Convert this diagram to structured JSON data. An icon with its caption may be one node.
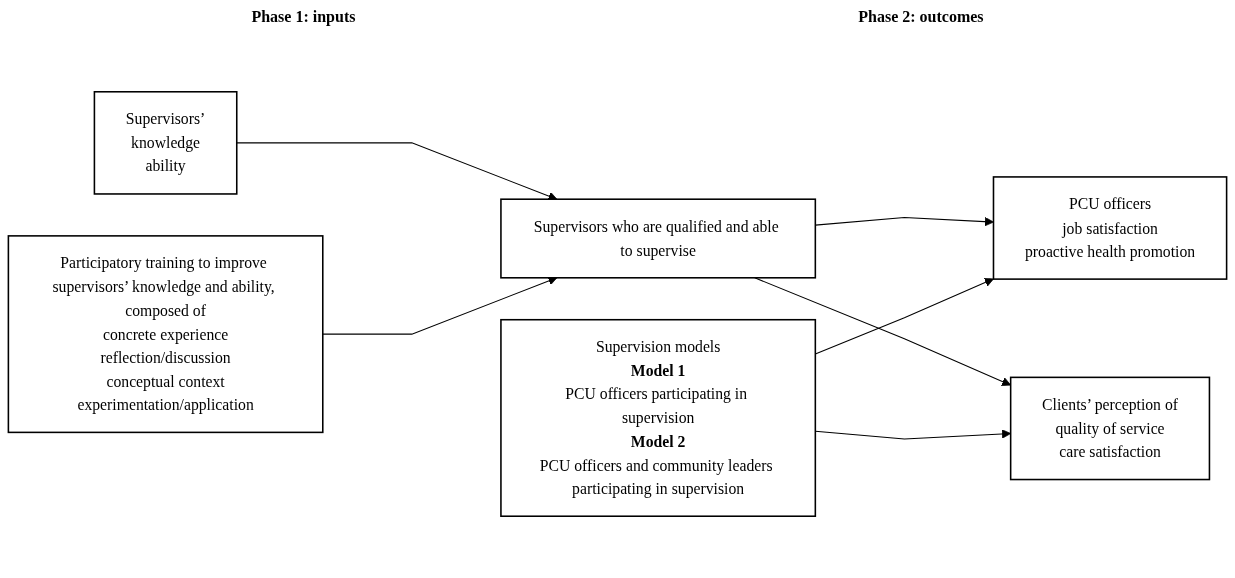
{
  "diagram": {
    "nodes": [
      {
        "text": [
          "Supervisors’",
          "knowledge",
          "ability"
        ]
      },
      {
        "text": [
          "Participatory training to improve supervisors’ knowledge and ability, composed of",
          "concrete experience",
          "reflection/discussion",
          "conceptual context",
          "experimentation/application"
        ]
      },
      {
        "text": [
          "Supervisors who are qualified and able to supervise"
        ]
      },
      {
        "text": [
          "Supervision models",
          "Model 1",
          "PCU officers participating in supervision",
          "Model 2",
          "PCU officers and community leaders participating in supervision"
        ]
      },
      {
        "text": [
          "PCU officers",
          "job satisfaction",
          "proactive health promotion"
        ]
      },
      {
        "text": [
          "Clients’ perception of",
          "quality of service",
          "care satisfaction"
        ]
      }
    ],
    "edges": [
      {
        "from": 0,
        "to": 2,
        "arrow": "to"
      },
      {
        "from": 1,
        "to": 2,
        "arrow": "to"
      },
      {
        "from": 2,
        "to": 4,
        "arrow": "to"
      },
      {
        "from": 2,
        "to": 5,
        "arrow": "to"
      },
      {
        "from": 3,
        "to": 4,
        "arrow": "to"
      },
      {
        "from": 3,
        "to": 5,
        "arrow": "to"
      }
    ],
    "labels": [
      "Phase 1: inputs",
      "Phase 2: outcomes"
    ]
  }
}
